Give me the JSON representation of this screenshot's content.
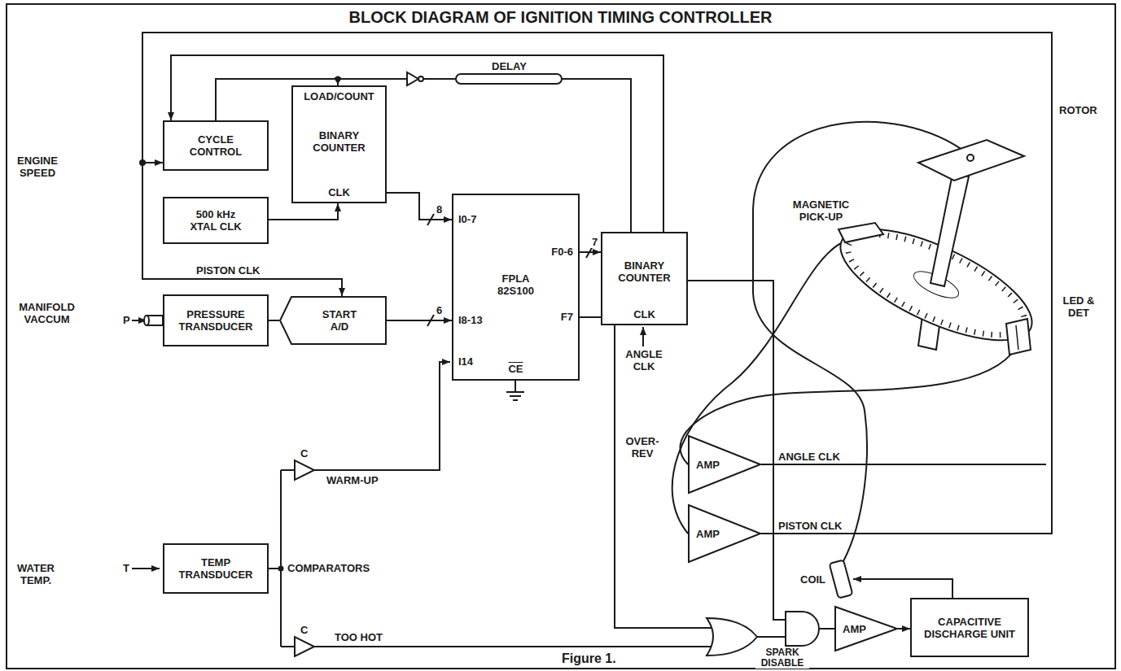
{
  "diagram": {
    "title": "BLOCK DIAGRAM OF IGNITION TIMING CONTROLLER",
    "caption": "Figure 1.",
    "nodes": [
      {
        "text": [
          "CYCLE CONTROL"
        ]
      },
      {
        "text": [
          "LOAD/COUNT",
          "BINARY COUNTER",
          "CLK"
        ]
      },
      {
        "text": [
          "500 kHz XTAL CLK"
        ]
      },
      {
        "text": [
          "PRESSURE TRANSDUCER"
        ]
      },
      {
        "text": [
          "START A/D"
        ]
      },
      {
        "text": [
          "FPLA 82S100",
          "I0-7",
          "I8-13",
          "I14",
          "F0-6",
          "F7",
          "CE"
        ]
      },
      {
        "text": [
          "BINARY COUNTER",
          "CLK"
        ]
      },
      {
        "text": [
          "TEMP TRANSDUCER"
        ]
      },
      {
        "text": [
          "AMP"
        ]
      },
      {
        "text": [
          "AMP"
        ]
      },
      {
        "text": [
          "AMP"
        ]
      },
      {
        "text": [
          "CAPACITIVE DISCHARGE UNIT"
        ]
      }
    ],
    "edges": [
      {
        "from": 0,
        "to": 1,
        "arrow": "to"
      },
      {
        "from": 0,
        "to": 6,
        "arrow": "none"
      },
      {
        "from": 2,
        "to": 1,
        "arrow": "to"
      },
      {
        "from": 1,
        "to": 5,
        "arrow": "to",
        "label": "8"
      },
      {
        "from": 3,
        "to": 4,
        "arrow": "none"
      },
      {
        "from": 4,
        "to": 5,
        "arrow": "to",
        "label": "6"
      },
      {
        "from": 5,
        "to": 6,
        "arrow": "to",
        "label": "7"
      },
      {
        "from": 6,
        "to": 0,
        "arrow": "to"
      },
      {
        "from": 9,
        "to": 0,
        "arrow": "to"
      },
      {
        "from": 9,
        "to": 4,
        "arrow": "to"
      },
      {
        "from": 6,
        "to": 10,
        "arrow": "none"
      },
      {
        "from": 10,
        "to": 11,
        "arrow": "to"
      }
    ],
    "labels": [
      "ENGINE SPEED",
      "MANIFOLD VACCUM",
      "P",
      "WATER TEMP.",
      "T",
      "PISTON CLK",
      "DELAY",
      "ANGLE CLK",
      "C",
      "WARM-UP",
      "COMPARATORS",
      "C",
      "TOO HOT",
      "OVER- REV",
      "SPARK DISABLE",
      "ROTOR",
      "MAGNETIC PICK-UP",
      "LED & DET",
      "ANGLE CLK",
      "PISTON CLK",
      "COIL"
    ]
  }
}
